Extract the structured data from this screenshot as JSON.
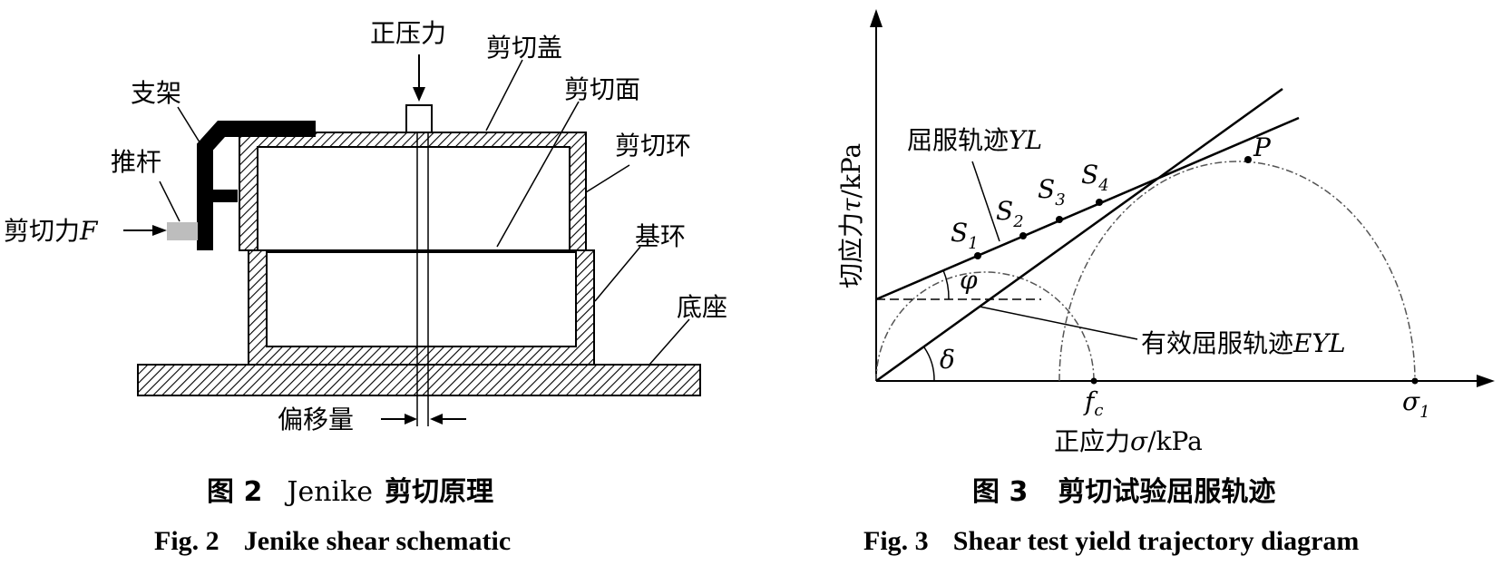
{
  "fig2": {
    "labels": {
      "normal_force": "正压力",
      "shear_cover": "剪切盖",
      "shear_plane": "剪切面",
      "shear_ring": "剪切环",
      "bracket": "支架",
      "push_rod": "推杆",
      "shear_force": "剪切力",
      "shear_force_symbol": "F",
      "base_ring": "基环",
      "base": "底座",
      "offset": "偏移量"
    },
    "caption_cn_prefix": "图 2",
    "caption_cn_name": "Jenike",
    "caption_cn_title": "剪切原理",
    "caption_en_prefix": "Fig. 2",
    "caption_en_title": "Jenike shear schematic"
  },
  "fig3": {
    "ylabel_cn": "切应力",
    "ylabel_sym": "τ",
    "ylabel_unit": "/kPa",
    "xlabel_cn": "正应力",
    "xlabel_sym": "σ",
    "xlabel_unit": "/kPa",
    "yl_label_cn": "屈服轨迹",
    "yl_label_sym": "YL",
    "eyl_label_cn": "有效屈服轨迹",
    "eyl_label_sym": "EYL",
    "point_S": "S",
    "point_P": "P",
    "phi": "φ",
    "delta": "δ",
    "fc_main": "f",
    "fc_sub": "c",
    "sigma1_main": "σ",
    "sigma1_sub": "1",
    "s_subs": [
      "1",
      "2",
      "3",
      "4"
    ],
    "caption_cn_prefix": "图 3",
    "caption_cn_title": "剪切试验屈服轨迹",
    "caption_en_prefix": "Fig. 3",
    "caption_en_title": "Shear test yield trajectory diagram"
  }
}
